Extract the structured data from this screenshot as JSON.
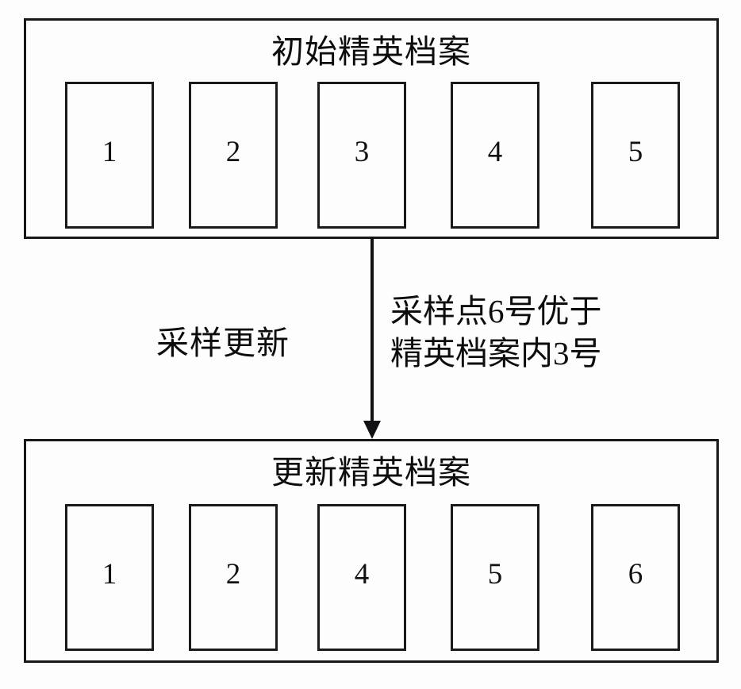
{
  "diagram": {
    "title_top": "初始精英档案",
    "title_bottom": "更新精英档案",
    "initial_archive": {
      "label": "初始精英档案",
      "slots": [
        "1",
        "2",
        "3",
        "4",
        "5"
      ]
    },
    "updated_archive": {
      "label": "更新精英档案",
      "slots": [
        "1",
        "2",
        "4",
        "5",
        "6"
      ]
    },
    "connector": {
      "label_left": "采样更新",
      "label_right_line1": "采样点6号优于",
      "label_right_line2": "精英档案内3号",
      "arrow_direction": "down"
    },
    "colors": {
      "stroke": "#18181a",
      "text": "#0d0d0f",
      "background": "#fdfdfd"
    }
  }
}
